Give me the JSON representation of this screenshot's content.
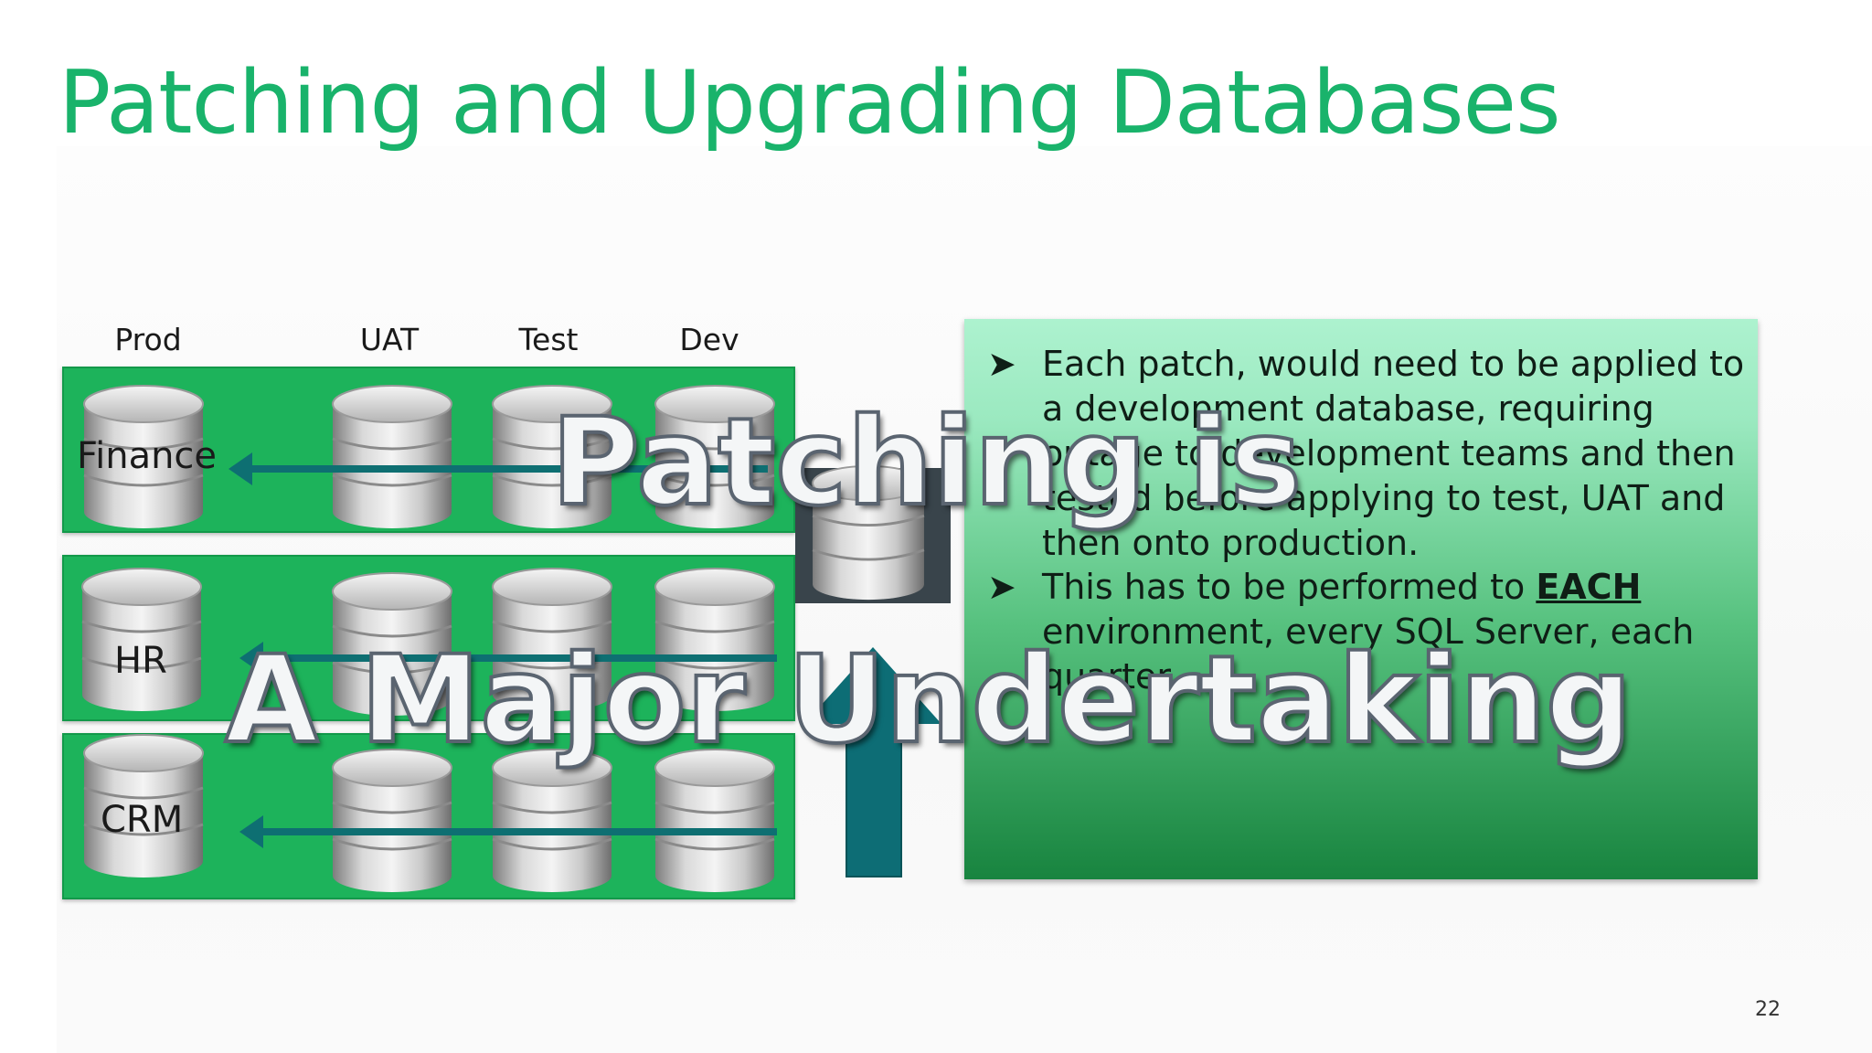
{
  "slide": {
    "title": "Patching and Upgrading Databases",
    "page_number": "22"
  },
  "columns": [
    "Prod",
    "UAT",
    "Test",
    "Dev"
  ],
  "rows": [
    {
      "label": "Finance"
    },
    {
      "label": "HR"
    },
    {
      "label": "CRM"
    }
  ],
  "info_box": {
    "bullet_1": "Each patch, would need to be applied to a development database, requiring outage to development teams and then tested before applying to test, UAT and then onto production.",
    "bullet_2_prefix": "This has to be performed to ",
    "bullet_2_emphasis": "EACH",
    "bullet_2_suffix": " environment, every SQL Server, each quarter."
  },
  "overlay": {
    "line_1": "Patching is",
    "line_2": "A Major Undertaking"
  },
  "colors": {
    "title": "#19b36b",
    "band": "#1db35b",
    "arrow": "#0e6f72"
  },
  "icons": {
    "database": "database-icon",
    "bullet": "arrow-bullet-icon"
  }
}
